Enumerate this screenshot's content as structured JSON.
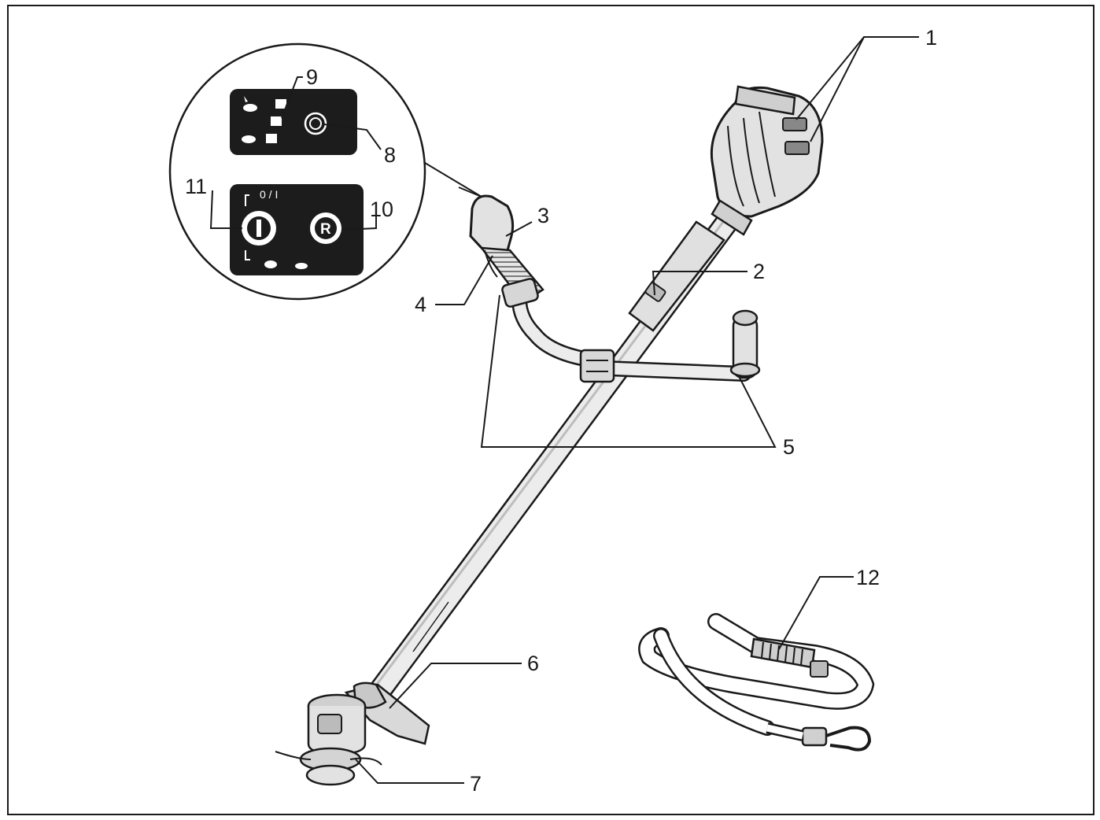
{
  "diagram": {
    "callouts": {
      "c1": "1",
      "c2": "2",
      "c3": "3",
      "c4": "4",
      "c5": "5",
      "c6": "6",
      "c7": "7",
      "c8": "8",
      "c9": "9",
      "c10": "10",
      "c11": "11",
      "c12": "12"
    },
    "panel": {
      "power_mark": "0 / I",
      "reverse_mark": "R"
    },
    "colors": {
      "line": "#1a1a1a",
      "panel": "#1c1c1c",
      "tool_fill": "#e6e6e6",
      "background": "#ffffff"
    }
  }
}
